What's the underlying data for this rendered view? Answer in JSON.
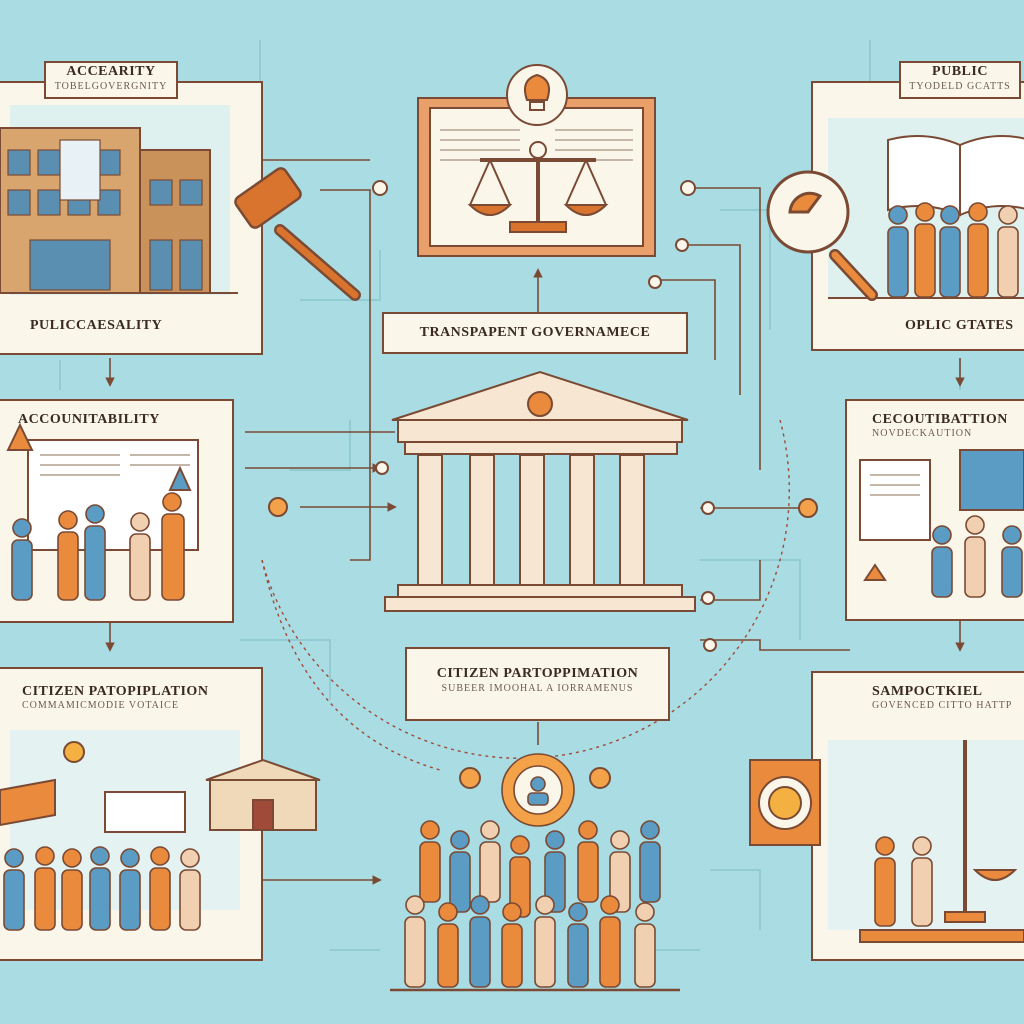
{
  "labels": {
    "top_left_title": "ACCEARITY",
    "top_left_sub": "TOBELGOVERGNITY",
    "top_left_caption": "PULICCAESALITY",
    "mid_left_title": "ACCOUNITABILITY",
    "bottom_left_title": "CITIZEN PATOPIPLATION",
    "bottom_left_sub": "COMMAMICMODIE VOTAICE",
    "center_title": "TRANSPAPENT GOVERNAMECE",
    "lower_center_title": "CITIZEN PARTOPPIMATION",
    "lower_center_sub": "SUBEER IMOOHAL A IORRAMENUS",
    "top_right_title": "PUBLIC",
    "top_right_sub": "TYODELD GCATTS",
    "top_right_caption": "OPLIC GTATES",
    "mid_right_title": "CECOUTIBATTION",
    "mid_right_sub": "NOVDECKAUTION",
    "bottom_right_title": "SAMPOCTKIEL",
    "bottom_right_sub": "GOVENCED CITTO HATTP"
  },
  "colors": {
    "background": "#a9dde3",
    "panel": "#fbf6ea",
    "frame": "#7a4a34",
    "accent_orange": "#e98a3c",
    "accent_blue": "#5b9cc4"
  }
}
